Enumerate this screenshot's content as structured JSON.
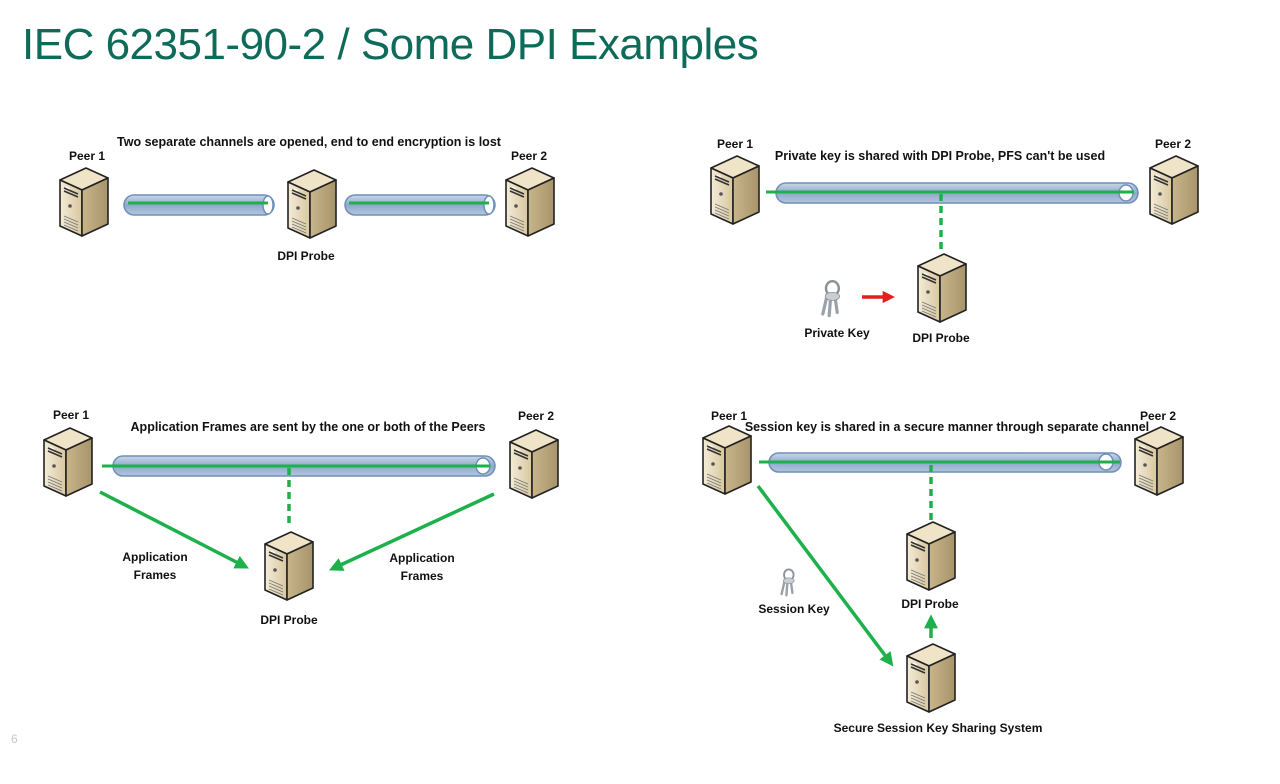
{
  "slide": {
    "title": "IEC 62351-90-2 / Some DPI Examples",
    "page_number": "6"
  },
  "colors": {
    "title": "#0e6b5a",
    "channel_line": "#1db04b",
    "tube_fill": "#9fb8d6",
    "tube_edge": "#6f8fb8",
    "private_key_arrow": "#e0201b",
    "server_body": "#e8dcc0"
  },
  "diagrams": [
    {
      "id": "separate-channels",
      "caption": "Two separate channels are opened, end to end encryption is lost",
      "nodes": {
        "peer1": "Peer 1",
        "peer2": "Peer 2",
        "probe": "DPI Probe"
      }
    },
    {
      "id": "private-key-shared",
      "caption": "Private key is shared with DPI Probe, PFS can't be used",
      "nodes": {
        "peer1": "Peer 1",
        "peer2": "Peer 2",
        "probe": "DPI Probe",
        "key": "Private Key"
      }
    },
    {
      "id": "application-frames",
      "caption": "Application Frames are sent by the one or both of the Peers",
      "nodes": {
        "peer1": "Peer 1",
        "peer2": "Peer 2",
        "probe": "DPI Probe"
      },
      "edge_labels": {
        "left_1": "Application",
        "left_2": "Frames",
        "right_1": "Application",
        "right_2": "Frames"
      }
    },
    {
      "id": "session-key-sharing",
      "caption": "Session key is shared in a secure manner through separate channel",
      "nodes": {
        "peer1": "Peer 1",
        "peer2": "Peer 2",
        "probe": "DPI Probe",
        "key": "Session Key",
        "system": "Secure Session Key Sharing System"
      }
    }
  ]
}
